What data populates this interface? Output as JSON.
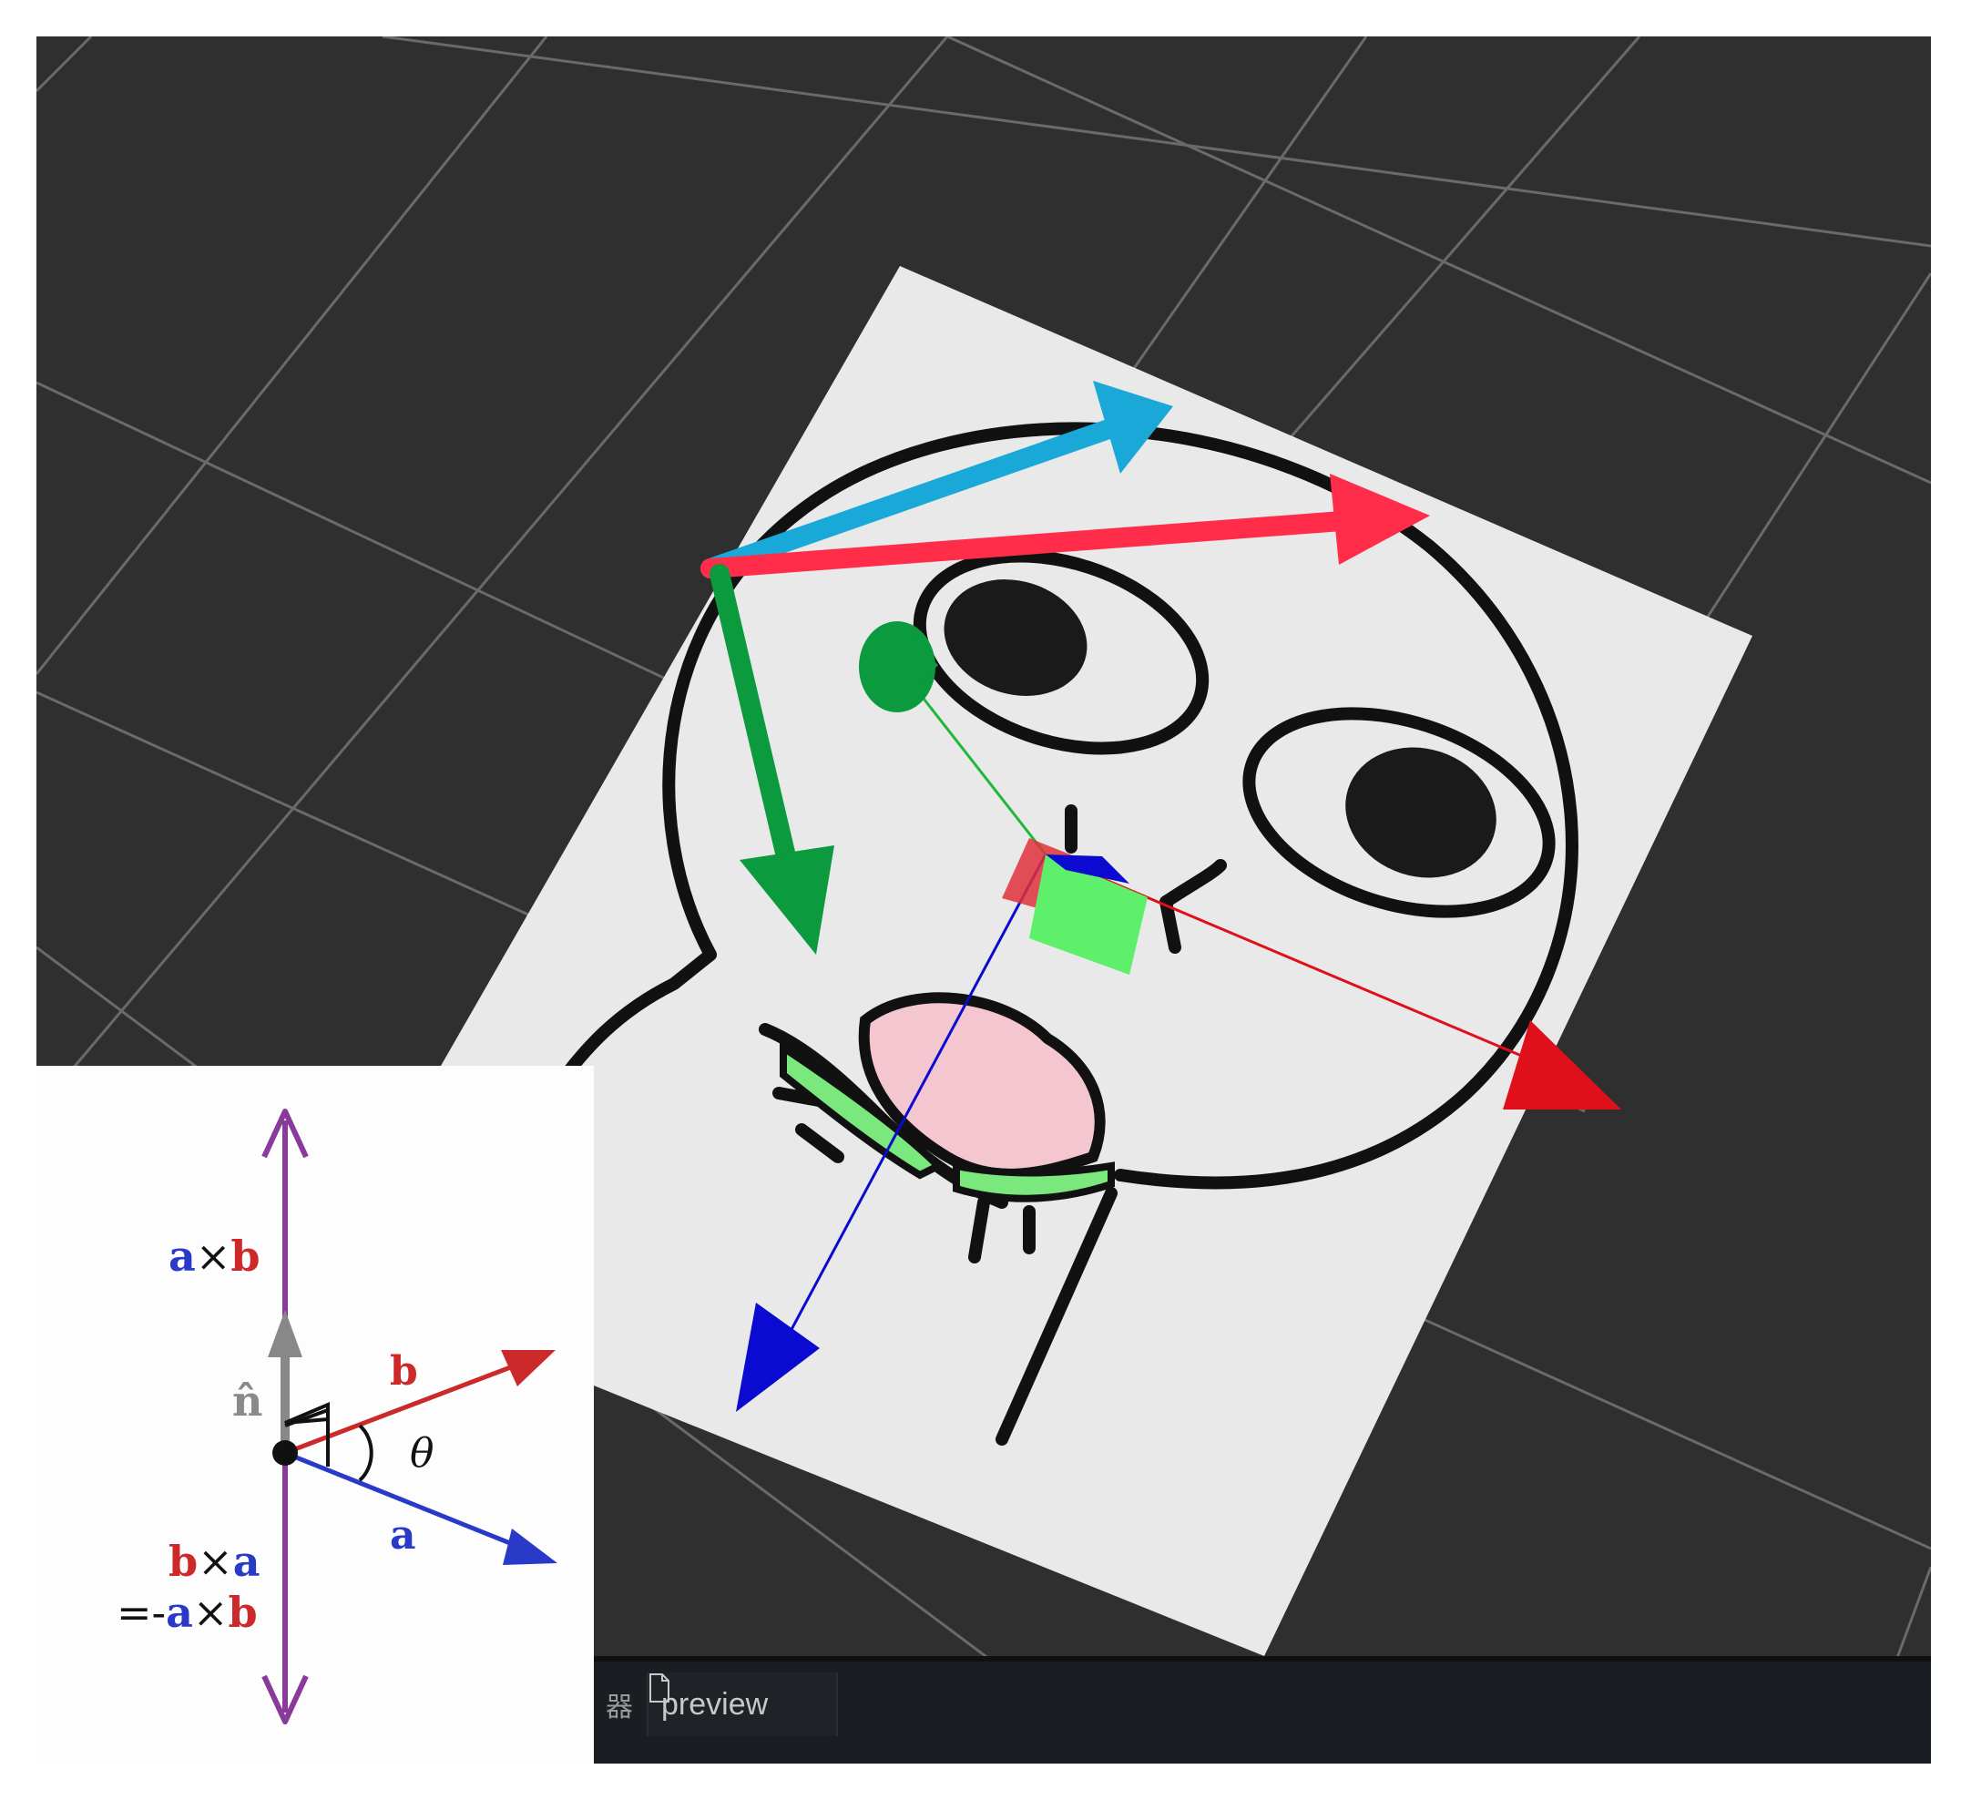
{
  "editor": {
    "tab_partial_glyph": "器",
    "tab_label": "preview",
    "tab_icon": "file-icon"
  },
  "diagram": {
    "a_cross_b": {
      "a": "a",
      "times": "×",
      "b": "b"
    },
    "b_cross_a": {
      "b": "b",
      "times": "×",
      "a": "a"
    },
    "neg_eq": {
      "eq": "=-",
      "a": "a",
      "times": "×",
      "b": "b"
    },
    "n_hat": "n̂",
    "b_label": "b",
    "a_label": "a",
    "theta": "θ"
  },
  "colors": {
    "grid_bg": "#2f2f2f",
    "grid_line": "#6a6a6a",
    "card": "#e9e9ea",
    "cyan_arrow": "#1aa8d8",
    "red_arrow": "#ff2d4a",
    "green_arrow": "#0b9a3e",
    "gizmo_x": "#e0101a",
    "gizmo_y": "#1fb83a",
    "gizmo_z": "#0a0ad0",
    "purple": "#8a3a9a",
    "label_red": "#cc2a2a",
    "label_blue": "#2a3ac8"
  }
}
